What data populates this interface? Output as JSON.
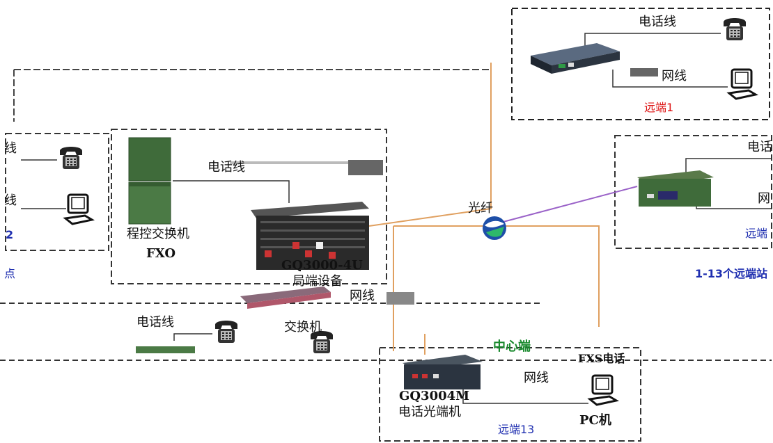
{
  "labels": {
    "remote1_phone_line": "电话线",
    "remote1_net_line": "网线",
    "remote1_name": "远端1",
    "left_phone_line": "线",
    "left_net_line": "线",
    "left_remote": "2",
    "left_node": "点",
    "pbx_label": "程控交换机",
    "pbx_sub": "FXO",
    "center_phone_line": "电话线",
    "rack_model": "GQ3000-4U",
    "rack_sub": "局端设备",
    "fiber": "光纤",
    "switch_net_line": "网线",
    "bottom_phone_line": "电话线",
    "bottom_device": "交换机",
    "center_name": "中心端",
    "fxs_phone": "FXS电话",
    "right_phone_line": "电话",
    "right_net_line": "网",
    "right_remote": "远端",
    "remote_range": "1-13个远端站",
    "r13_model": "GQ3004M",
    "r13_desc": "电话光端机",
    "r13_net_line": "网线",
    "r13_pc": "PC机",
    "r13_name": "远端13"
  },
  "colors": {
    "accent_blue": "#1f2fb0",
    "accent_red": "#dd1111",
    "accent_green": "#1a8a2e",
    "fiber_orange": "#e0a060",
    "fiber_purple": "#9a62c8",
    "device_dark": "#2b3440",
    "device_green": "#3f6b3a"
  },
  "icons": [
    "telephone-icon",
    "pc-icon",
    "fiber-globe-icon",
    "pbx-icon",
    "rack-icon",
    "switch-icon",
    "optical-terminal-icon"
  ]
}
